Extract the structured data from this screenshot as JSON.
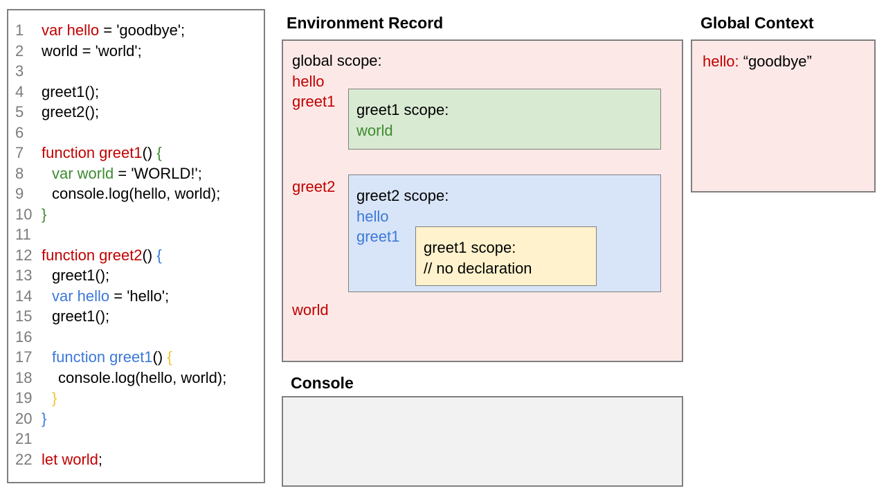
{
  "colors": {
    "accent_red": "#c00000",
    "accent_green": "#3d8b30",
    "accent_blue": "#3c78d8",
    "accent_yellow": "#f1c232",
    "line_number_gray": "#7a7a7a",
    "pink_fill": "#fce9e7",
    "green_fill": "#d9ead3",
    "blue_fill": "#d8e5f8",
    "yellow_fill": "#fff2cc",
    "console_fill": "#f2f2f2",
    "border_gray": "#7f7f7f"
  },
  "code_panel": {
    "lines": [
      {
        "n": "1",
        "indent": 0,
        "segs": [
          [
            "red",
            "var hello"
          ],
          [
            "black",
            " = 'goodbye';"
          ]
        ]
      },
      {
        "n": "2",
        "indent": 0,
        "segs": [
          [
            "black",
            "world = 'world';"
          ]
        ]
      },
      {
        "n": "3",
        "indent": 0,
        "segs": []
      },
      {
        "n": "4",
        "indent": 0,
        "segs": [
          [
            "black",
            "greet1();"
          ]
        ]
      },
      {
        "n": "5",
        "indent": 0,
        "segs": [
          [
            "black",
            "greet2();"
          ]
        ]
      },
      {
        "n": "6",
        "indent": 0,
        "segs": []
      },
      {
        "n": "7",
        "indent": 0,
        "segs": [
          [
            "red",
            "function greet1"
          ],
          [
            "black",
            "() "
          ],
          [
            "green",
            "{"
          ]
        ]
      },
      {
        "n": "8",
        "indent": 1,
        "segs": [
          [
            "green",
            "var world"
          ],
          [
            "black",
            " = 'WORLD!';"
          ]
        ]
      },
      {
        "n": "9",
        "indent": 1,
        "segs": [
          [
            "black",
            "console.log(hello, world);"
          ]
        ]
      },
      {
        "n": "10",
        "indent": 0,
        "segs": [
          [
            "green",
            "}"
          ]
        ]
      },
      {
        "n": "11",
        "indent": 0,
        "segs": []
      },
      {
        "n": "12",
        "indent": 0,
        "segs": [
          [
            "red",
            "function greet2"
          ],
          [
            "black",
            "() "
          ],
          [
            "blue",
            "{"
          ]
        ]
      },
      {
        "n": "13",
        "indent": 1,
        "segs": [
          [
            "black",
            "greet1();"
          ]
        ]
      },
      {
        "n": "14",
        "indent": 1,
        "segs": [
          [
            "blue",
            "var hello"
          ],
          [
            "black",
            " = 'hello';"
          ]
        ]
      },
      {
        "n": "15",
        "indent": 1,
        "segs": [
          [
            "black",
            "greet1();"
          ]
        ]
      },
      {
        "n": "16",
        "indent": 0,
        "segs": []
      },
      {
        "n": "17",
        "indent": 1,
        "segs": [
          [
            "blue",
            "function greet1"
          ],
          [
            "black",
            "() "
          ],
          [
            "yellow",
            "{"
          ]
        ]
      },
      {
        "n": "18",
        "indent": 2,
        "segs": [
          [
            "black",
            "console.log(hello, world);"
          ]
        ]
      },
      {
        "n": "19",
        "indent": 1,
        "segs": [
          [
            "yellow",
            "}"
          ]
        ]
      },
      {
        "n": "20",
        "indent": 0,
        "segs": [
          [
            "blue",
            "}"
          ]
        ]
      },
      {
        "n": "21",
        "indent": 0,
        "segs": []
      },
      {
        "n": "22",
        "indent": 0,
        "segs": [
          [
            "red",
            "let world"
          ],
          [
            "black",
            ";"
          ]
        ]
      }
    ]
  },
  "environment_record": {
    "title": "Environment Record",
    "global_scope_label": "global scope:",
    "global_vars": {
      "hello": "hello",
      "greet1": "greet1",
      "greet2": "greet2",
      "world": "world"
    },
    "greet1_scope": {
      "label": "greet1 scope:",
      "var1": "world"
    },
    "greet2_scope": {
      "label": "greet2 scope:",
      "var1": "hello",
      "var2": "greet1"
    },
    "greet1_inner_scope": {
      "label": "greet1 scope:",
      "comment": "// no declaration"
    }
  },
  "console_panel": {
    "title": "Console"
  },
  "global_context": {
    "title": "Global Context",
    "entry_key": "hello:",
    "entry_value": "“goodbye”"
  }
}
